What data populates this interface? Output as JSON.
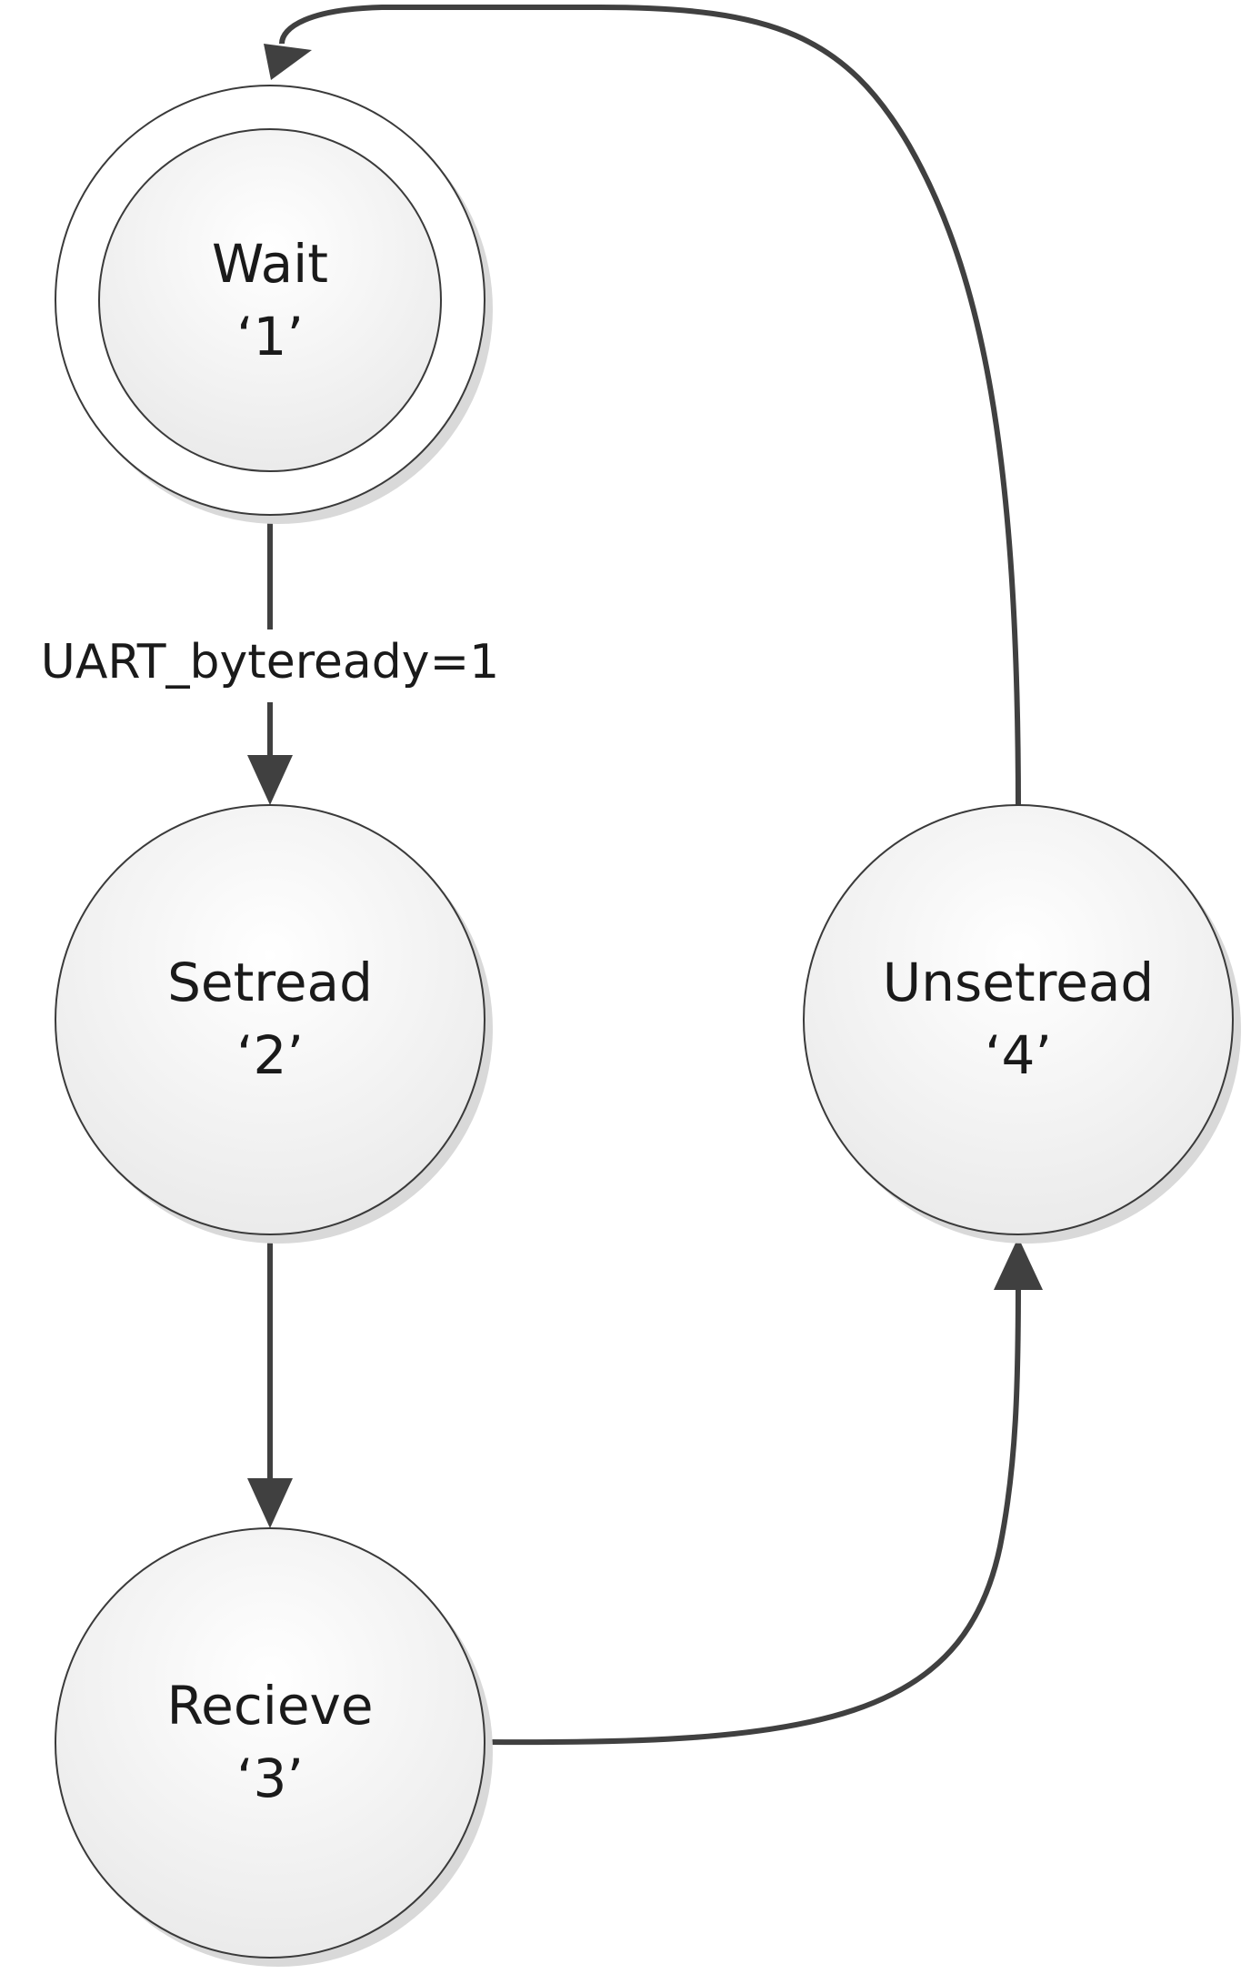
{
  "diagram": {
    "states": [
      {
        "id": "wait",
        "name": "Wait",
        "code": "‘1’"
      },
      {
        "id": "setread",
        "name": "Setread",
        "code": "‘2’"
      },
      {
        "id": "recieve",
        "name": "Recieve",
        "code": "‘3’"
      },
      {
        "id": "unsetread",
        "name": "Unsetread",
        "code": "‘4’"
      }
    ],
    "transitions": [
      {
        "from": "wait",
        "to": "setread",
        "label": "UART_byteready=1"
      },
      {
        "from": "setread",
        "to": "recieve",
        "label": ""
      },
      {
        "from": "recieve",
        "to": "unsetread",
        "label": ""
      },
      {
        "from": "unsetread",
        "to": "wait",
        "label": ""
      }
    ],
    "colors": {
      "node_fill_top": "#ffffff",
      "node_fill_bottom": "#ececec",
      "node_stroke": "#3a3a3a",
      "edge": "#404040",
      "shadow": "#d8d8d8",
      "text": "#1a1a1a"
    }
  }
}
